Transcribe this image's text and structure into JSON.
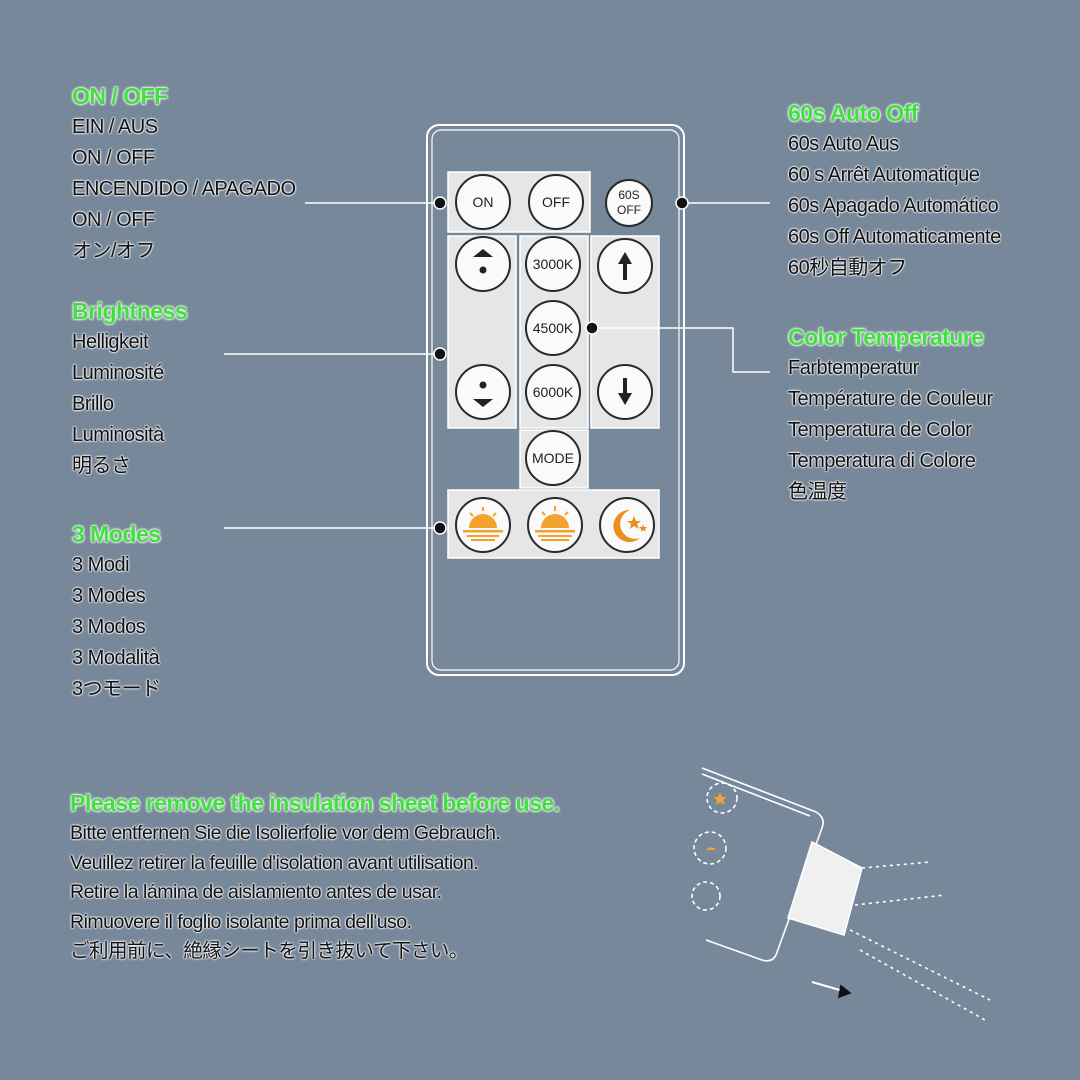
{
  "on_off": {
    "heading": "ON / OFF",
    "lines": [
      "EIN / AUS",
      "ON / OFF",
      "ENCENDIDO / APAGADO",
      "ON / OFF",
      "オン/オフ"
    ]
  },
  "brightness": {
    "heading": "Brightness",
    "lines": [
      "Helligkeit",
      "Luminosité",
      "Brillo",
      "Luminosità",
      "明るさ"
    ]
  },
  "modes": {
    "heading": "3 Modes",
    "lines": [
      "3 Modi",
      "3 Modes",
      "3 Modos",
      "3 Modalità",
      "3つモード"
    ]
  },
  "auto_off": {
    "heading": "60s Auto Off",
    "lines": [
      "60s Auto Aus",
      "60 s Arrêt Automatique",
      "60s Apagado Automático",
      "60s Off Automaticamente",
      "60秒自動オフ"
    ]
  },
  "color_temp": {
    "heading": "Color Temperature",
    "lines": [
      "Farbtemperatur",
      "Température de Couleur",
      "Temperatura de Color",
      "Temperatura di Colore",
      "色温度"
    ]
  },
  "insulation": {
    "heading": "Please remove the insulation sheet before use.",
    "lines": [
      "Bitte entfernen Sie die Isolierfolie vor dem Gebrauch.",
      "Veuillez retirer la feuille d'isolation avant utilisation.",
      "Retire la lámina de aislamiento antes de usar.",
      "Rimuovere il foglio isolante prima dell'uso.",
      "ご利用前に、絶縁シートを引き抜いて下さい。"
    ]
  },
  "remote": {
    "on": "ON",
    "off": "OFF",
    "off60_top": "60S",
    "off60_bottom": "OFF",
    "k3000": "3000K",
    "k4500": "4500K",
    "k6000": "6000K",
    "mode": "MODE"
  },
  "colors": {
    "background": "#77889a",
    "heading_green": "#3fe03f",
    "sun_orange": "#f3a22c",
    "moon_orange": "#e8901a"
  },
  "icons": [
    "brightness-up-icon",
    "brightness-down-icon",
    "arrow-up-icon",
    "arrow-down-icon",
    "sunrise-icon",
    "sun-icon",
    "moon-stars-icon"
  ]
}
